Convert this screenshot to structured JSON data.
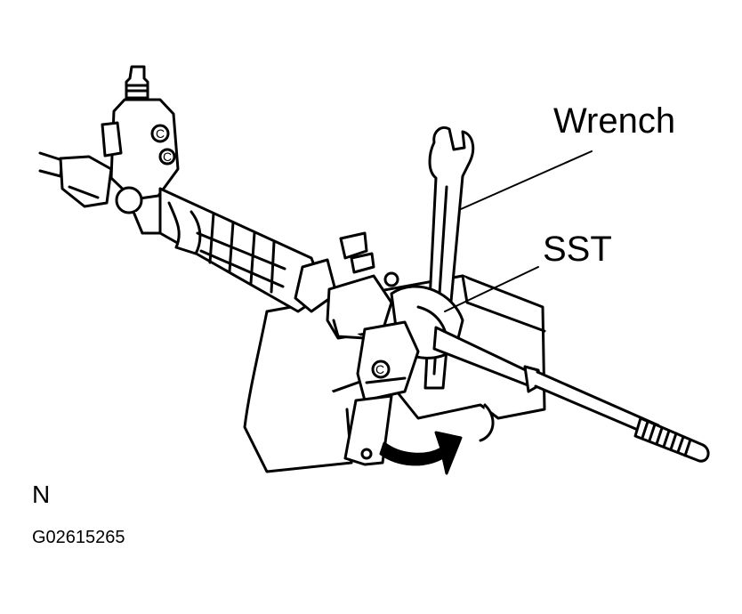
{
  "labels": {
    "wrench": "Wrench",
    "sst": "SST",
    "view_code": "N",
    "figure_id": "G02615265"
  },
  "callouts": [
    "Wrench",
    "SST"
  ],
  "colors": {
    "line": "#000000",
    "fill": "#ffffff"
  }
}
